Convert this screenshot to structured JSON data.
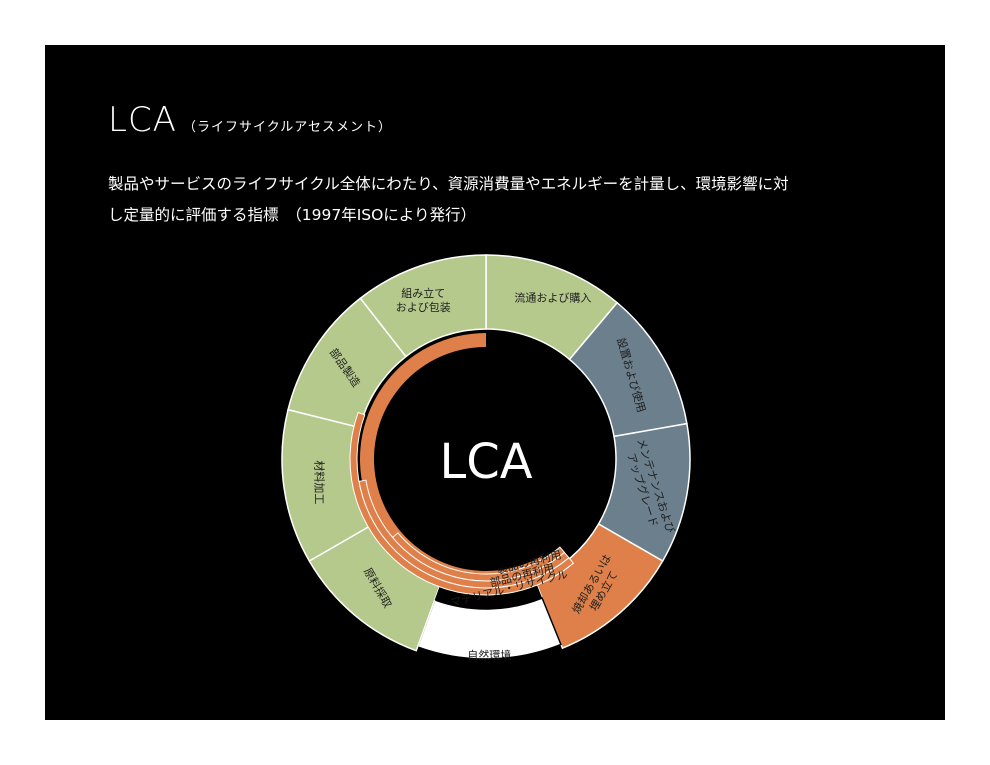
{
  "title": {
    "main": "LCA",
    "sub": "（ライフサイクルアセスメント）"
  },
  "description": {
    "line1": "製品やサービスのライフサイクル全体にわたり、資源消費量やエネルギーを計量し、環境影響に対",
    "line2": "し定量的に評価する指標　（1997年ISOにより発行）"
  },
  "diagram": {
    "center_label": "LCA",
    "colors": {
      "green": "#b5c98c",
      "slate": "#6b7f8c",
      "orange": "#df804a",
      "white": "#ffffff",
      "background": "#000000"
    },
    "stages": [
      {
        "id": "distribution",
        "lines": [
          "流通および購入"
        ],
        "color": "green"
      },
      {
        "id": "installation-use",
        "lines": [
          "設置および使用"
        ],
        "color": "slate"
      },
      {
        "id": "maintenance",
        "lines": [
          "メンテナンスおよび",
          "アップグレード"
        ],
        "color": "slate"
      },
      {
        "id": "disposal",
        "lines": [
          "焼却あるいは",
          "埋め立て"
        ],
        "color": "orange"
      },
      {
        "id": "natural-environment",
        "lines": [
          "自然環境"
        ],
        "color": "white"
      },
      {
        "id": "resource-extraction",
        "lines": [
          "原料採取"
        ],
        "color": "green"
      },
      {
        "id": "material-processing",
        "lines": [
          "材料加工"
        ],
        "color": "green"
      },
      {
        "id": "parts-manufacturing",
        "lines": [
          "部品製造"
        ],
        "color": "green"
      },
      {
        "id": "assembly-packaging",
        "lines": [
          "組み立て",
          "および包装"
        ],
        "color": "green"
      }
    ],
    "recycle_loops": [
      {
        "id": "product-reuse",
        "label": "製品の再利用"
      },
      {
        "id": "parts-reuse",
        "label": "部品の再利用"
      },
      {
        "id": "material-recycle",
        "label": "マテリアル・リサイクル"
      }
    ]
  }
}
